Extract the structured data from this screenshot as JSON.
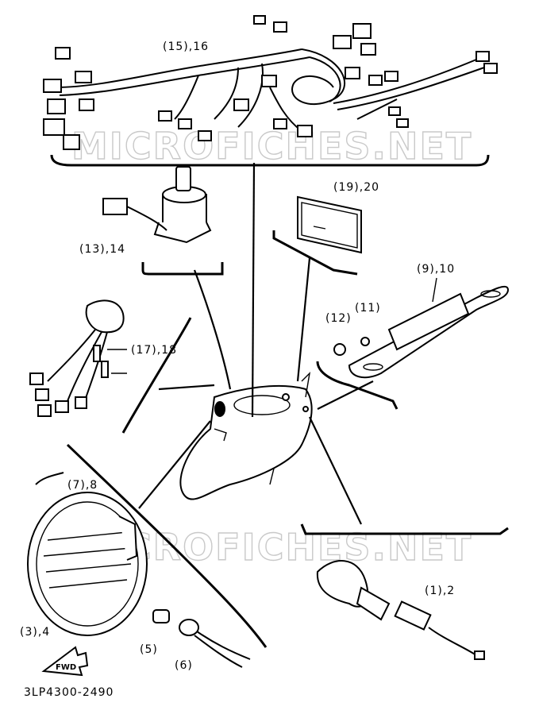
{
  "watermark": "MICROFICHES.NET",
  "diagram_code": "3LP4300-2490",
  "fwd_label": "FWD",
  "labels": {
    "wire_harness": "(15),16",
    "main_switch": "(13),14",
    "tail_lamp_reflector": "(19),20",
    "license_bracket": "(9),10",
    "nut": "(12)",
    "washer": "(11)",
    "screw_handle": "(17),18",
    "handle_switch_lead": "(7),8",
    "headlight_unit": "(3),4",
    "bulb": "(5)",
    "socket": "(6)",
    "horn": "(1),2"
  }
}
